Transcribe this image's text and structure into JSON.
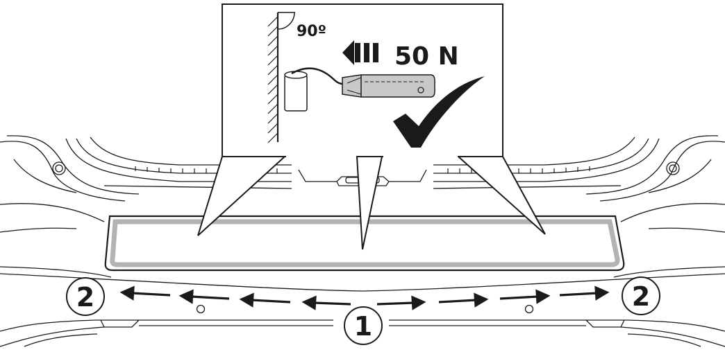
{
  "callout": {
    "angle_label": "90º",
    "force_label": "50 N"
  },
  "markers": {
    "center_label": "1",
    "left_label": "2",
    "right_label": "2"
  },
  "colors": {
    "line": "#1a1a1a",
    "strip_fill": "#b3b3b3",
    "roller_fill": "#c8c8c8",
    "background": "#ffffff"
  },
  "icons": [
    "wall-hatch-icon",
    "angle-arc-icon",
    "push-arrow-icon",
    "roller-tool-icon",
    "checkmark-icon",
    "double-arrow-icon",
    "circle-number-badge"
  ]
}
